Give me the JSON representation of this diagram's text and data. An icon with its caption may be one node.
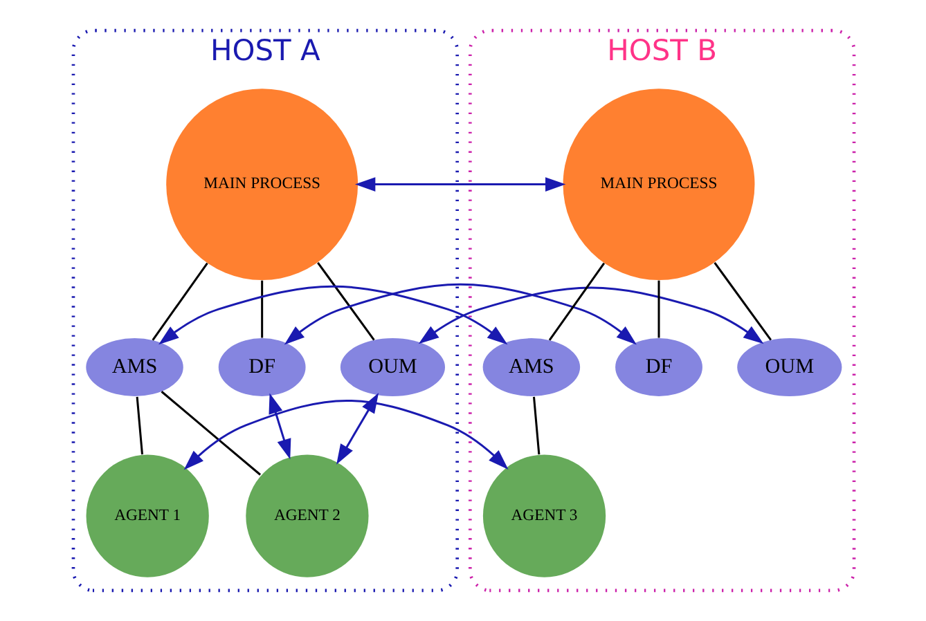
{
  "diagram": {
    "nodes": [
      {
        "text": [
          "HOST A"
        ]
      },
      {
        "text": [
          "MAIN PROCESS"
        ],
        "in": 0
      },
      {
        "text": [
          "AMS"
        ],
        "in": 0
      },
      {
        "text": [
          "DF"
        ],
        "in": 0
      },
      {
        "text": [
          "OUM"
        ],
        "in": 0
      },
      {
        "text": [
          "AGENT 1"
        ],
        "in": 0
      },
      {
        "text": [
          "AGENT 2"
        ],
        "in": 0
      },
      {
        "text": [
          "HOST B"
        ]
      },
      {
        "text": [
          "MAIN PROCESS"
        ],
        "in": 7
      },
      {
        "text": [
          "AMS"
        ],
        "in": 7
      },
      {
        "text": [
          "DF"
        ],
        "in": 7
      },
      {
        "text": [
          "OUM"
        ],
        "in": 7
      },
      {
        "text": [
          "AGENT 3"
        ],
        "in": 7
      }
    ],
    "edges": [
      {
        "from": 1,
        "to": 8,
        "arrow": "both",
        "color": "#1a1ab0"
      },
      {
        "from": 1,
        "to": 2,
        "arrow": "none"
      },
      {
        "from": 1,
        "to": 3,
        "arrow": "none"
      },
      {
        "from": 1,
        "to": 4,
        "arrow": "none"
      },
      {
        "from": 8,
        "to": 9,
        "arrow": "none"
      },
      {
        "from": 8,
        "to": 10,
        "arrow": "none"
      },
      {
        "from": 8,
        "to": 11,
        "arrow": "none"
      },
      {
        "from": 3,
        "to": 10,
        "arrow": "both",
        "color": "#1a1ab0"
      },
      {
        "from": 2,
        "to": 5,
        "arrow": "none"
      },
      {
        "from": 2,
        "to": 6,
        "arrow": "none"
      },
      {
        "from": 9,
        "to": 12,
        "arrow": "none"
      },
      {
        "from": 2,
        "to": 9,
        "arrow": "both",
        "color": "#1a1ab0"
      },
      {
        "from": 4,
        "to": 11,
        "arrow": "both",
        "color": "#1a1ab0"
      },
      {
        "from": 3,
        "to": 6,
        "arrow": "both",
        "color": "#1a1ab0"
      },
      {
        "from": 4,
        "to": 6,
        "arrow": "both",
        "color": "#1a1ab0"
      },
      {
        "from": 5,
        "to": 12,
        "arrow": "both",
        "color": "#1a1ab0"
      }
    ]
  }
}
